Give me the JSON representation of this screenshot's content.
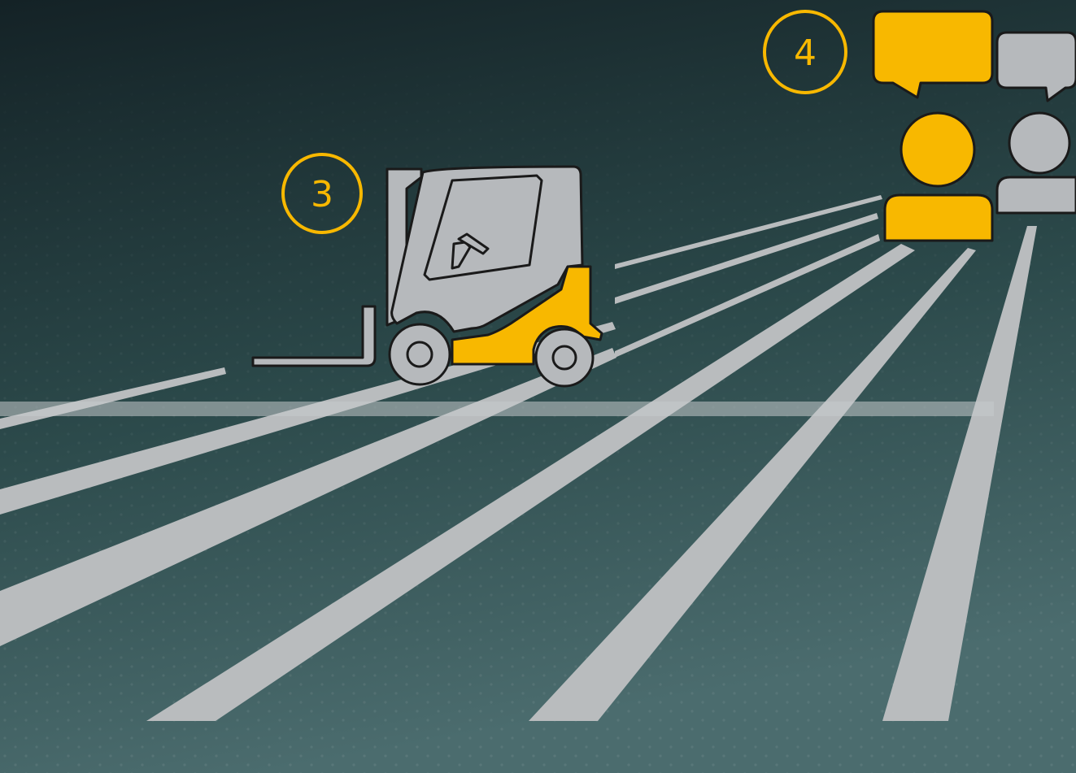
{
  "steps": [
    {
      "number": "3",
      "subject": "forklift"
    },
    {
      "number": "4",
      "subject": "people-communicating"
    }
  ],
  "icons": [
    "forklift-icon",
    "person-icon",
    "speech-bubble-icon"
  ],
  "colors": {
    "background_top": "#152428",
    "background_bottom": "#4a6a6c",
    "accent": "#f8b800",
    "neutral": "#b6b9bc",
    "outline": "#1a1a1a"
  }
}
